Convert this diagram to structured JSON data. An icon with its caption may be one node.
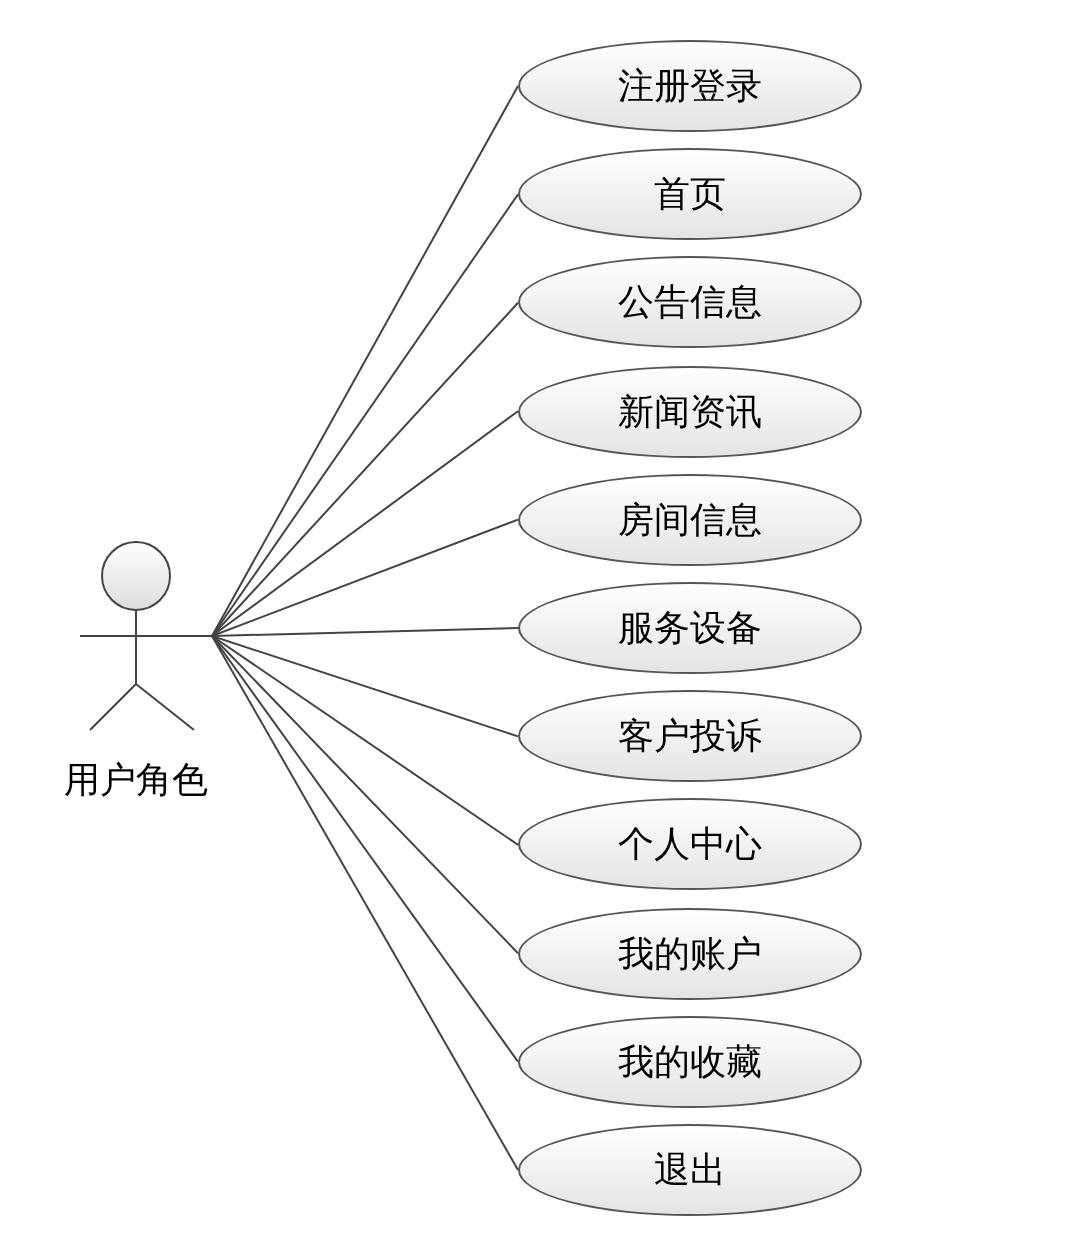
{
  "diagram": {
    "nodes": [
      {
        "text": [
          "用户角色"
        ]
      },
      {
        "text": [
          "注册登录"
        ]
      },
      {
        "text": [
          "首页"
        ]
      },
      {
        "text": [
          "公告信息"
        ]
      },
      {
        "text": [
          "新闻资讯"
        ]
      },
      {
        "text": [
          "房间信息"
        ]
      },
      {
        "text": [
          "服务设备"
        ]
      },
      {
        "text": [
          "客户投诉"
        ]
      },
      {
        "text": [
          "个人中心"
        ]
      },
      {
        "text": [
          "我的账户"
        ]
      },
      {
        "text": [
          "我的收藏"
        ]
      },
      {
        "text": [
          "退出"
        ]
      }
    ],
    "edges": [
      {
        "from": 0,
        "to": 1,
        "arrow": "none"
      },
      {
        "from": 0,
        "to": 2,
        "arrow": "none"
      },
      {
        "from": 0,
        "to": 3,
        "arrow": "none"
      },
      {
        "from": 0,
        "to": 4,
        "arrow": "none"
      },
      {
        "from": 0,
        "to": 5,
        "arrow": "none"
      },
      {
        "from": 0,
        "to": 6,
        "arrow": "none"
      },
      {
        "from": 0,
        "to": 7,
        "arrow": "none"
      },
      {
        "from": 0,
        "to": 8,
        "arrow": "none"
      },
      {
        "from": 0,
        "to": 9,
        "arrow": "none"
      },
      {
        "from": 0,
        "to": 10,
        "arrow": "none"
      },
      {
        "from": 0,
        "to": 11,
        "arrow": "none"
      }
    ]
  }
}
